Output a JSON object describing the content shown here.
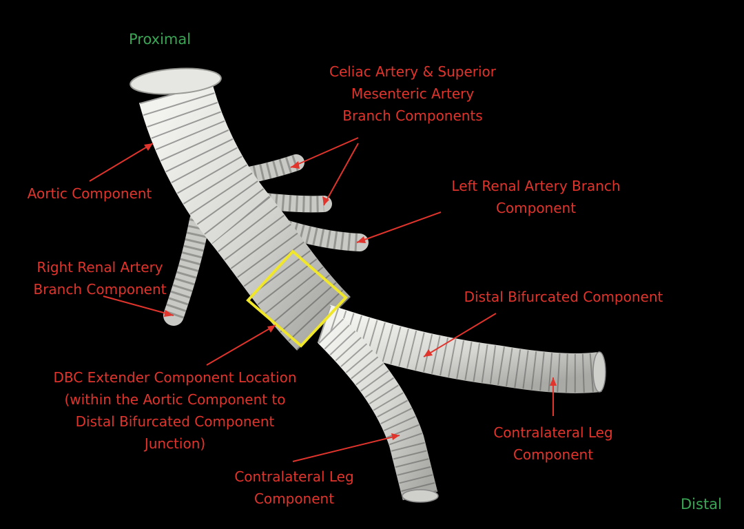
{
  "colors": {
    "background": "#000000",
    "label_red": "#e0342c",
    "direction_green": "#3aa655",
    "graft_fabric": "#d9d9d6",
    "stent_wire": "#5a5a5a",
    "highlight_box": "#f0e62a"
  },
  "directions": {
    "proximal": "Proximal",
    "distal": "Distal"
  },
  "labels": {
    "celiac_sma": [
      "Celiac Artery & Superior",
      "Mesenteric Artery",
      "Branch Components"
    ],
    "aortic": [
      "Aortic Component"
    ],
    "left_renal": [
      "Left Renal Artery Branch",
      "Component"
    ],
    "right_renal": [
      "Right Renal Artery",
      "Branch Component"
    ],
    "distal_bifurcated": [
      "Distal Bifurcated Component"
    ],
    "dbc_extender": [
      "DBC Extender Component Location",
      "(within the Aortic Component to",
      "Distal Bifurcated Component",
      "Junction)"
    ],
    "contralateral_right": [
      "Contralateral Leg",
      "Component"
    ],
    "contralateral_bottom": [
      "Contralateral Leg",
      "Component"
    ]
  }
}
